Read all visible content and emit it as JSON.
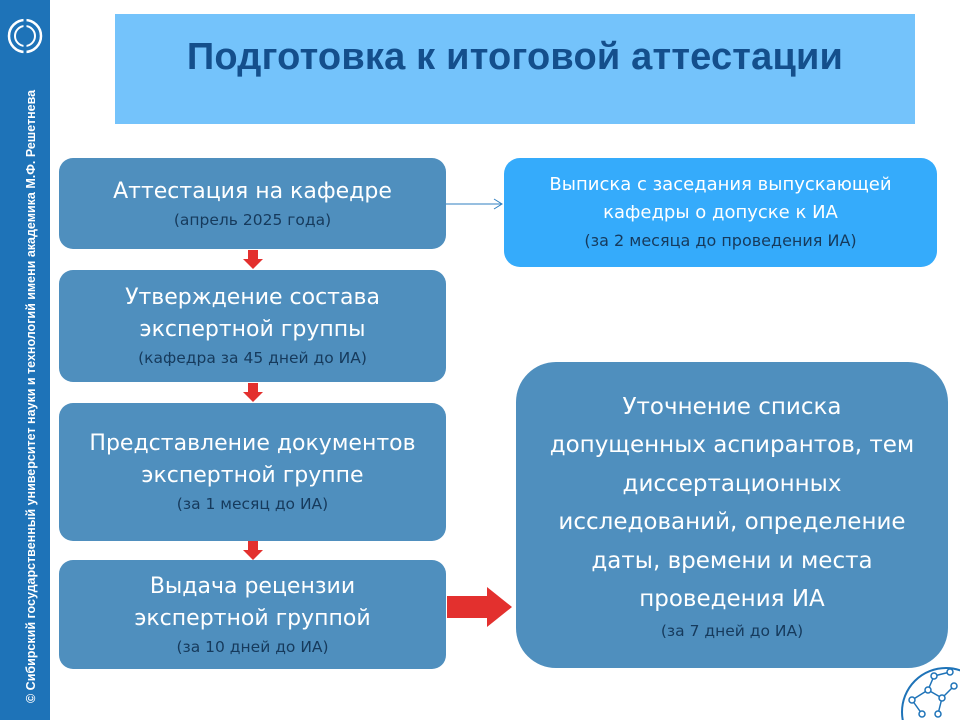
{
  "sidebar": {
    "text": "© Сибирский государственный университет науки и технологий имени академика М.Ф. Решетнева"
  },
  "title": "Подготовка к итоговой аттестации",
  "colors": {
    "sidebar": "#1e73b8",
    "title_bg": "#74c3fb",
    "title_text": "#144f8c",
    "box": "#4f8fbe",
    "box_light": "#35abfb",
    "arrow_red": "#e3302e"
  },
  "steps": [
    {
      "title": "Аттестация на кафедре",
      "note": "(апрель 2025 года)"
    },
    {
      "title": "Утверждение состава экспертной группы",
      "note": "(кафедра за 45 дней до ИА)"
    },
    {
      "title": "Представление документов экспертной группе",
      "note": "(за 1 месяц до ИА)"
    },
    {
      "title": "Выдача рецензии экспертной группой",
      "note": "(за 10 дней до ИА)"
    }
  ],
  "extract_box": {
    "title": "Выписка с заседания выпускающей кафедры о допуске к ИА",
    "note": "(за 2 месяца до проведения ИА)"
  },
  "clarify_box": {
    "title": "Уточнение списка допущенных аспирантов, тем диссертационных исследований, определение даты, времени и места проведения ИА",
    "note": "(за 7 дней до ИА)"
  },
  "icons": {
    "university_logo": "university-logo-icon",
    "corner_logo": "network-globe-icon",
    "arrow_down": "arrow-down-icon",
    "arrow_right": "arrow-right-icon"
  }
}
